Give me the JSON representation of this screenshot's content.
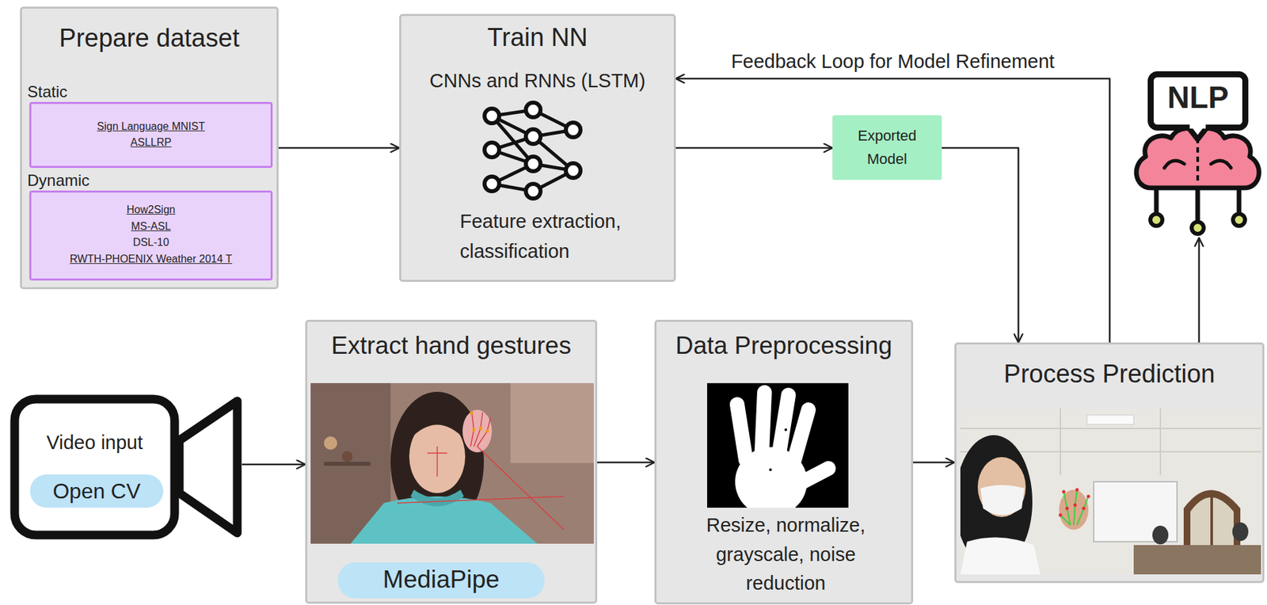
{
  "diagram": {
    "nodes": [
      {
        "text": [
          "Prepare dataset"
        ]
      },
      {
        "text": [
          "Static",
          "Sign Language MNIST",
          "ASLLRP"
        ],
        "in": 0
      },
      {
        "text": [
          "Dynamic",
          "How2Sign",
          "MS-ASL",
          "DSL-10",
          "RWTH-PHOENIX Weather 2014 T"
        ],
        "in": 0
      },
      {
        "text": [
          "Train NN",
          "CNNs and RNNs (LSTM)",
          "Feature extraction, classification"
        ]
      },
      {
        "text": [
          "Exported Model"
        ]
      },
      {
        "text": [
          "NLP"
        ]
      },
      {
        "text": [
          "Video input"
        ]
      },
      {
        "text": [
          "Open CV"
        ],
        "in": 6
      },
      {
        "text": [
          "Extract hand gestures"
        ]
      },
      {
        "text": [
          "MediaPipe"
        ],
        "in": 8
      },
      {
        "text": [
          "Data Preprocessing",
          "Resize, normalize, grayscale, noise reduction"
        ]
      },
      {
        "text": [
          "Process Prediction"
        ]
      }
    ],
    "edges": [
      {
        "from": 0,
        "to": 3,
        "arrow": "to"
      },
      {
        "from": 3,
        "to": 4,
        "arrow": "to"
      },
      {
        "from": 4,
        "to": 11,
        "arrow": "to"
      },
      {
        "from": 11,
        "to": 3,
        "label": "Feedback Loop for Model Refinement",
        "arrow": "to"
      },
      {
        "from": 11,
        "to": 5,
        "arrow": "to"
      },
      {
        "from": 6,
        "to": 8,
        "arrow": "to"
      },
      {
        "from": 8,
        "to": 10,
        "arrow": "to"
      },
      {
        "from": 10,
        "to": 11,
        "arrow": "to"
      }
    ]
  }
}
